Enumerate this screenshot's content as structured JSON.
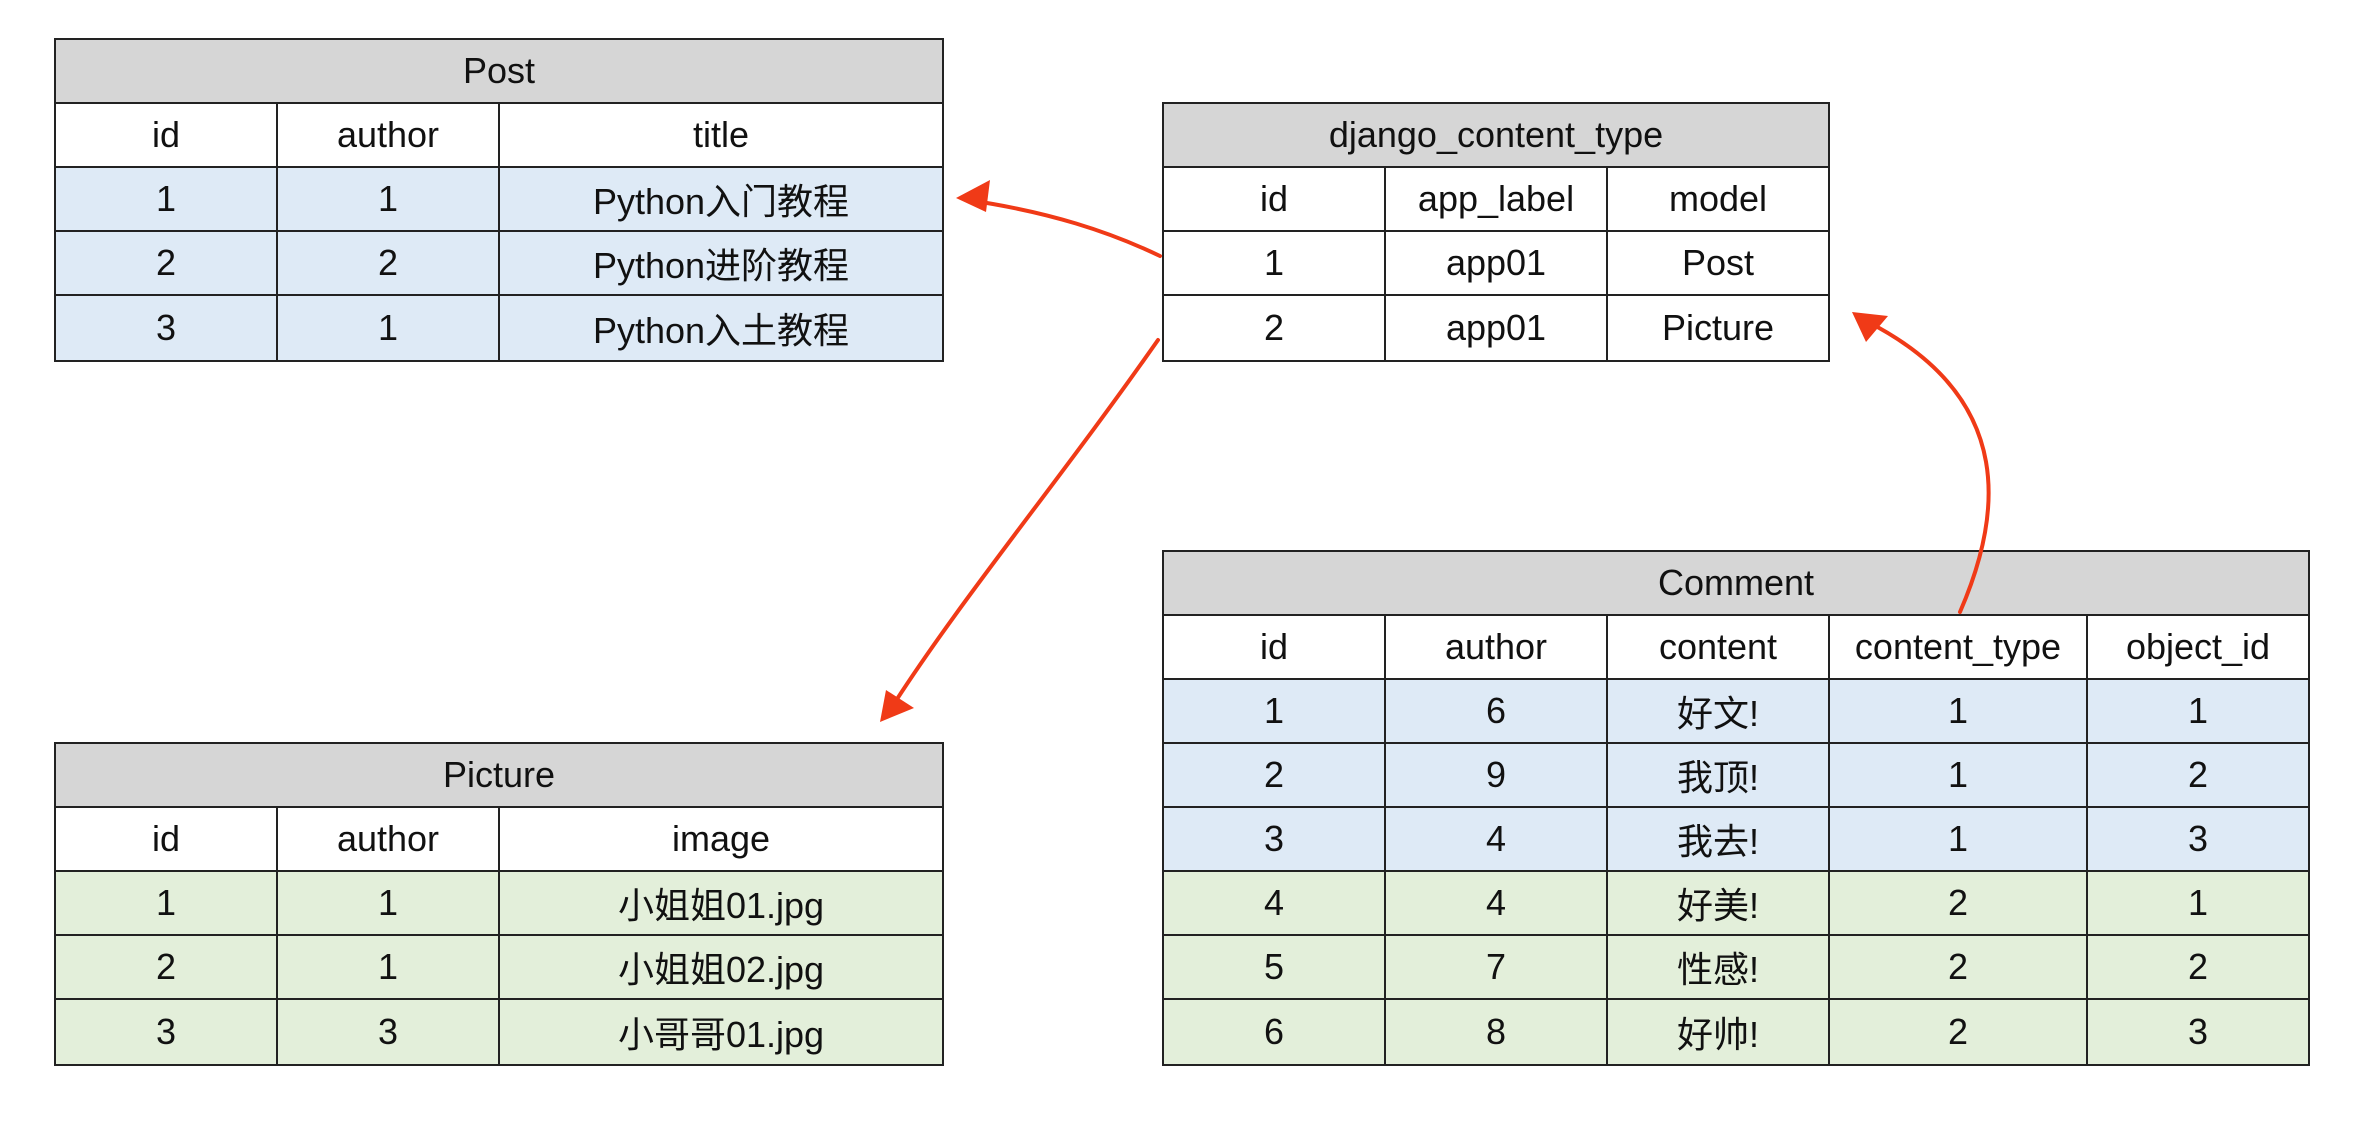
{
  "post": {
    "title": "Post",
    "columns": [
      "id",
      "author",
      "title"
    ],
    "rows": [
      [
        "1",
        "1",
        "Python入门教程"
      ],
      [
        "2",
        "2",
        "Python进阶教程"
      ],
      [
        "3",
        "1",
        "Python入土教程"
      ]
    ]
  },
  "content_type": {
    "title": "django_content_type",
    "columns": [
      "id",
      "app_label",
      "model"
    ],
    "rows": [
      [
        "1",
        "app01",
        "Post"
      ],
      [
        "2",
        "app01",
        "Picture"
      ]
    ]
  },
  "picture": {
    "title": "Picture",
    "columns": [
      "id",
      "author",
      "image"
    ],
    "rows": [
      [
        "1",
        "1",
        "小姐姐01.jpg"
      ],
      [
        "2",
        "1",
        "小姐姐02.jpg"
      ],
      [
        "3",
        "3",
        "小哥哥01.jpg"
      ]
    ]
  },
  "comment": {
    "title": "Comment",
    "columns": [
      "id",
      "author",
      "content",
      "content_type",
      "object_id"
    ],
    "rows": [
      [
        "1",
        "6",
        "好文!",
        "1",
        "1"
      ],
      [
        "2",
        "9",
        "我顶!",
        "1",
        "2"
      ],
      [
        "3",
        "4",
        "我去!",
        "1",
        "3"
      ],
      [
        "4",
        "4",
        "好美!",
        "2",
        "1"
      ],
      [
        "5",
        "7",
        "性感!",
        "2",
        "2"
      ],
      [
        "6",
        "8",
        "好帅!",
        "2",
        "3"
      ]
    ]
  },
  "colors": {
    "header_bg": "#d6d6d6",
    "blue_row": "#deeaf6",
    "green_row": "#e3efda",
    "arrow": "#f03a17"
  }
}
